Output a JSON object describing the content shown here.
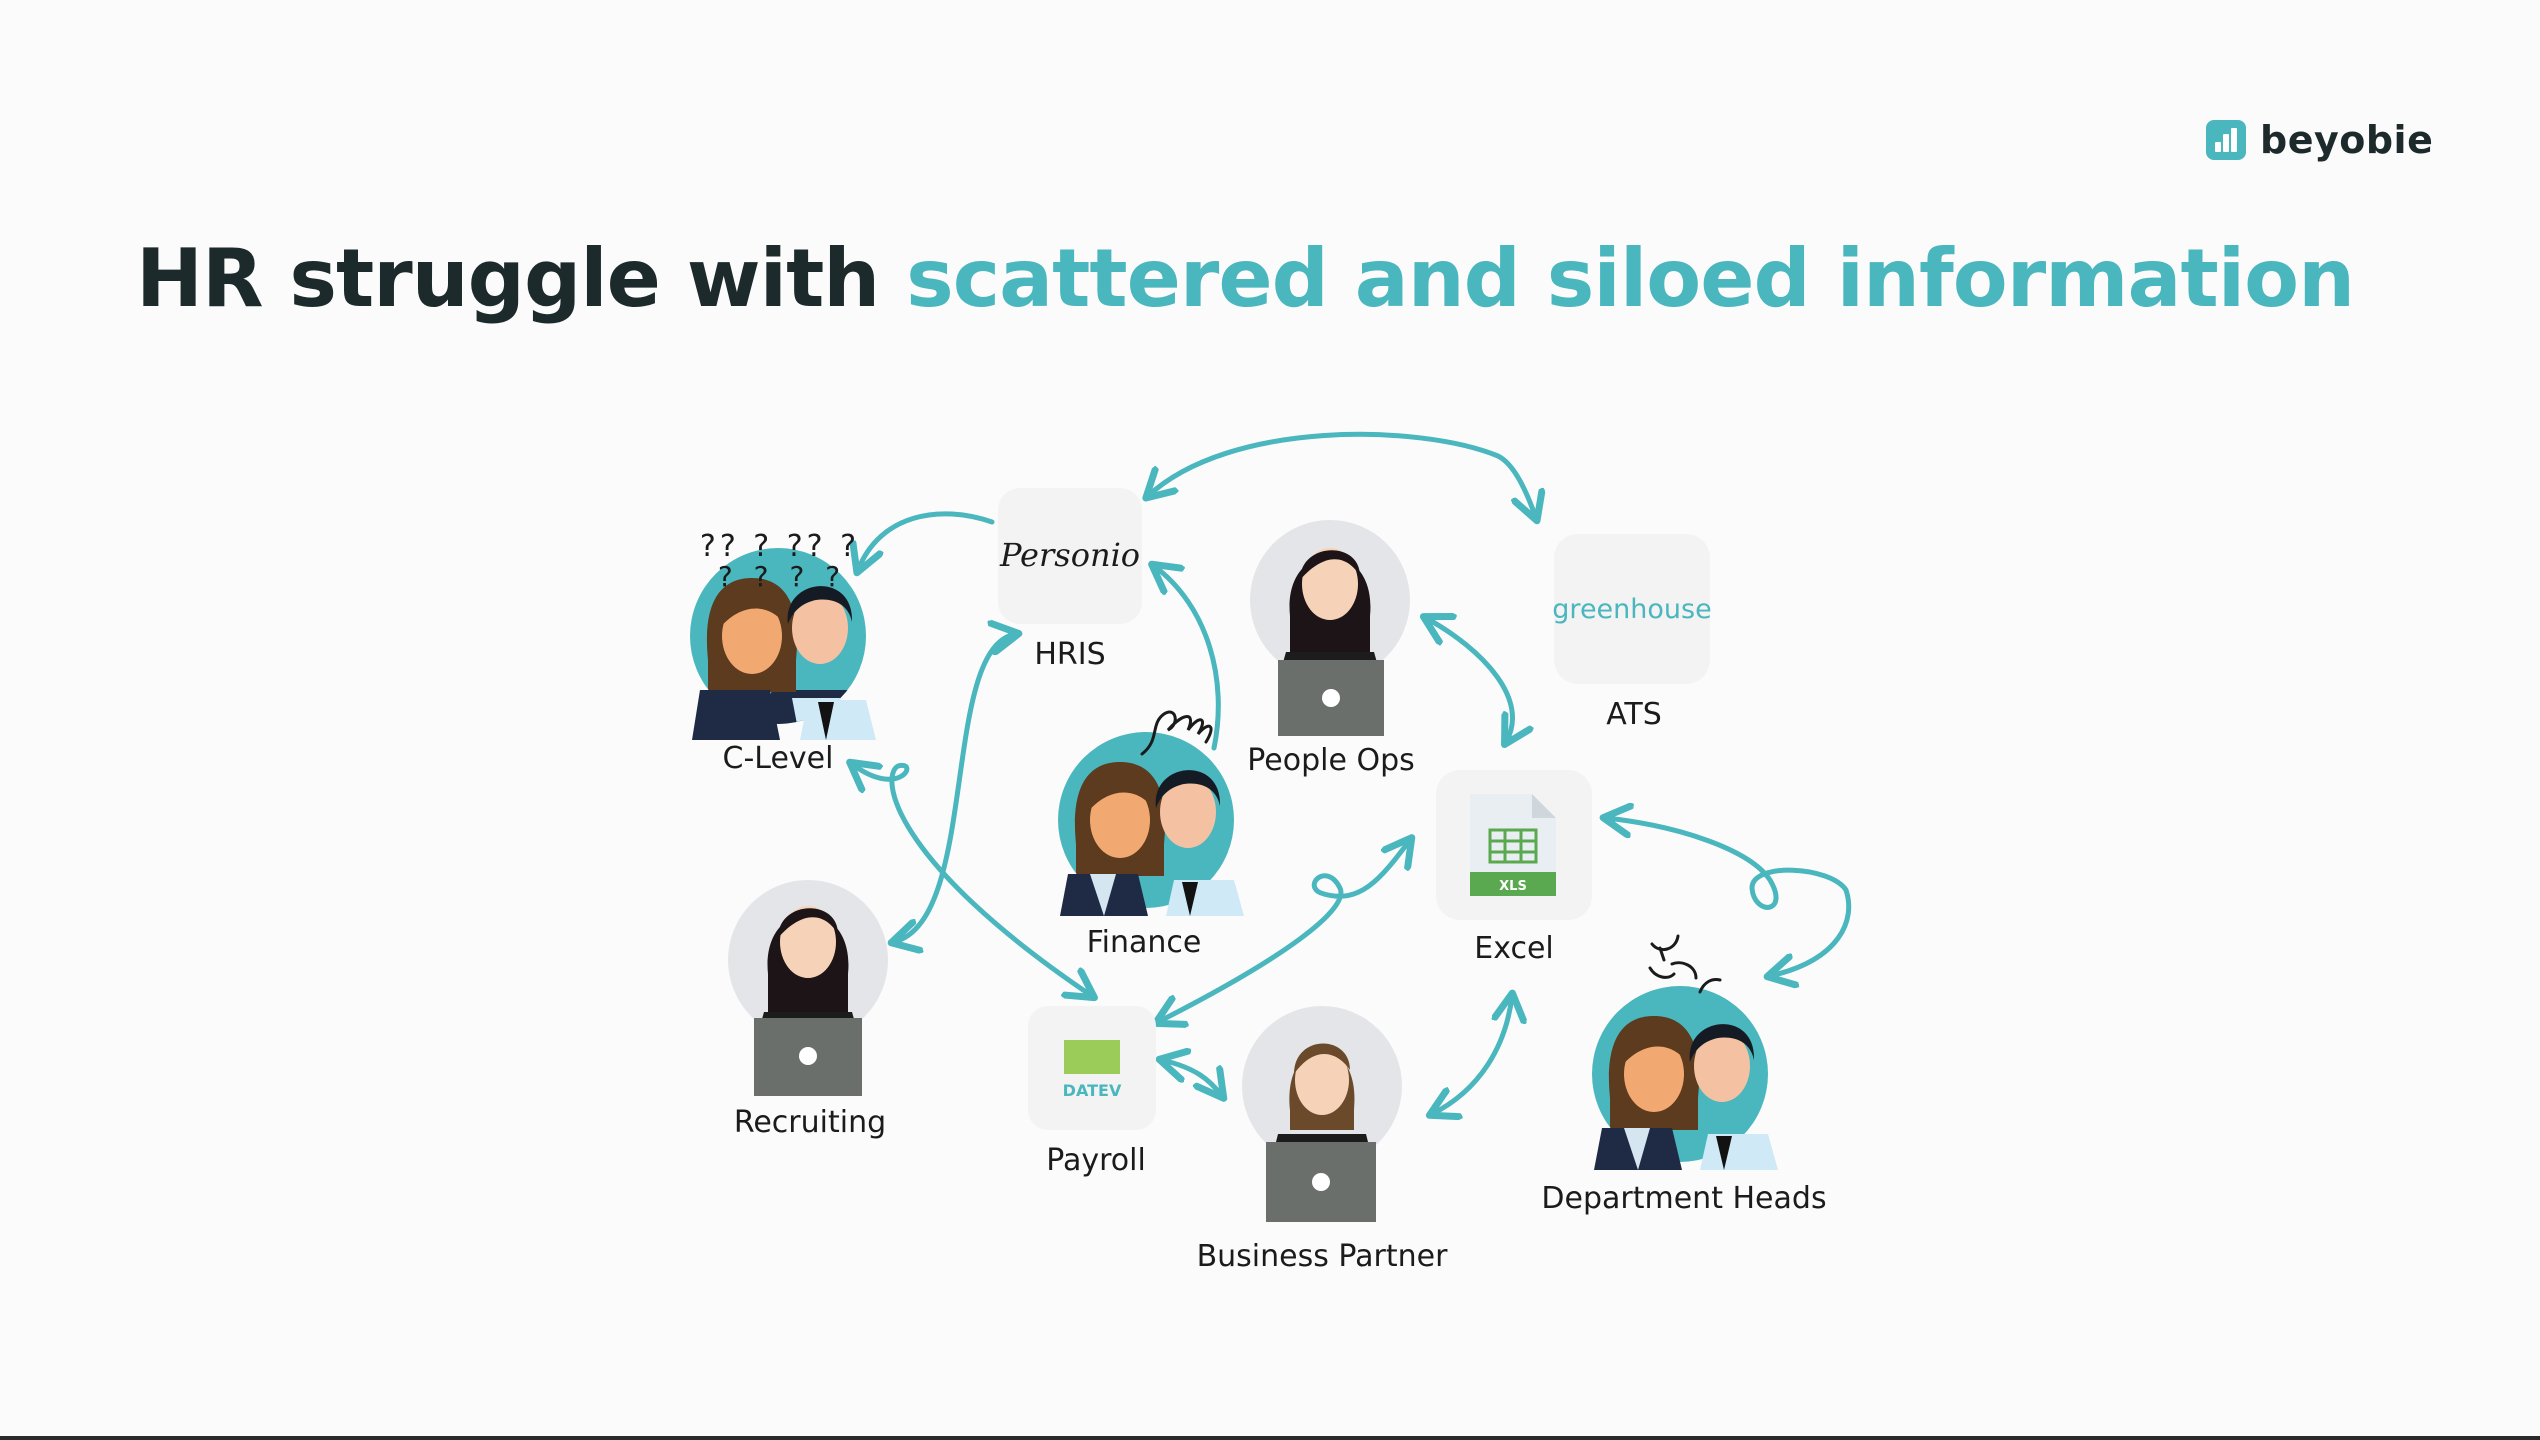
{
  "brand": {
    "name": "beyobie",
    "accent": "#4ab6bd"
  },
  "title": {
    "lead": "HR struggle with",
    "highlight": "scattered and siloed information"
  },
  "nodes": {
    "c_level": {
      "label": "C-Level",
      "marks": "?? ? ?? ?\n? ? ? ?"
    },
    "hris": {
      "label": "HRIS",
      "logo": "Personio"
    },
    "people_ops": {
      "label": "People Ops"
    },
    "ats": {
      "label": "ATS",
      "logo": "greenhouse"
    },
    "finance": {
      "label": "Finance"
    },
    "excel": {
      "label": "Excel",
      "badge": "XLS"
    },
    "recruiting": {
      "label": "Recruiting"
    },
    "payroll": {
      "label": "Payroll",
      "logo": "DATEV"
    },
    "business_partner": {
      "label": "Business Partner"
    },
    "department_heads": {
      "label": "Department Heads"
    }
  },
  "colors": {
    "arrow": "#4ab6bd",
    "teal_circle": "#4ab6bd",
    "grey_circle": "#e4e5e8",
    "laptop": "#6b6f6c",
    "suit": "#1f2a44",
    "tile": "#f3f3f4"
  }
}
